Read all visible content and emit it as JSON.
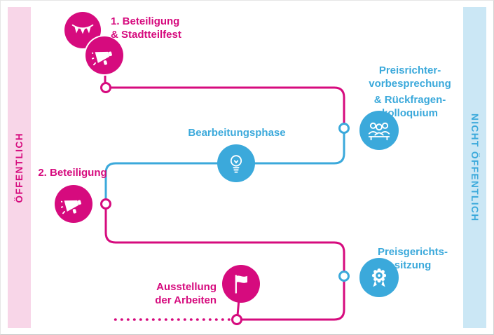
{
  "bands": {
    "left": {
      "label": "ÖFFENTLICH"
    },
    "right": {
      "label": "NICHT ÖFFENTLICH"
    }
  },
  "nodes": {
    "beteiligung1": {
      "lines": [
        "1. Beteiligung",
        "& Stadtteilfest"
      ],
      "icons": [
        "bunting-icon",
        "megaphone-icon"
      ],
      "color": "pink"
    },
    "preisrichter": {
      "lines": [
        "Preisrichter-",
        "vorbesprechung",
        "& Rückfragen-",
        "kolloquium"
      ],
      "icon": "jury-icon",
      "color": "blue"
    },
    "bearbeitungsphase": {
      "lines": [
        "Bearbeitungsphase"
      ],
      "icon": "lightbulb-icon",
      "color": "blue"
    },
    "beteiligung2": {
      "lines": [
        "2. Beteiligung"
      ],
      "icon": "megaphone-icon",
      "color": "pink"
    },
    "preisgericht": {
      "lines": [
        "Preisgerichts-",
        "sitzung"
      ],
      "icon": "award-icon",
      "color": "blue"
    },
    "ausstellung": {
      "lines": [
        "Ausstellung",
        "der Arbeiten"
      ],
      "icon": "flag-icon",
      "color": "pink"
    }
  },
  "colors": {
    "pink": "#d60b7e",
    "blue": "#3ba9db",
    "pink_band": "#f8d6e8",
    "blue_band": "#cbe7f5",
    "background": "#ffffff"
  }
}
